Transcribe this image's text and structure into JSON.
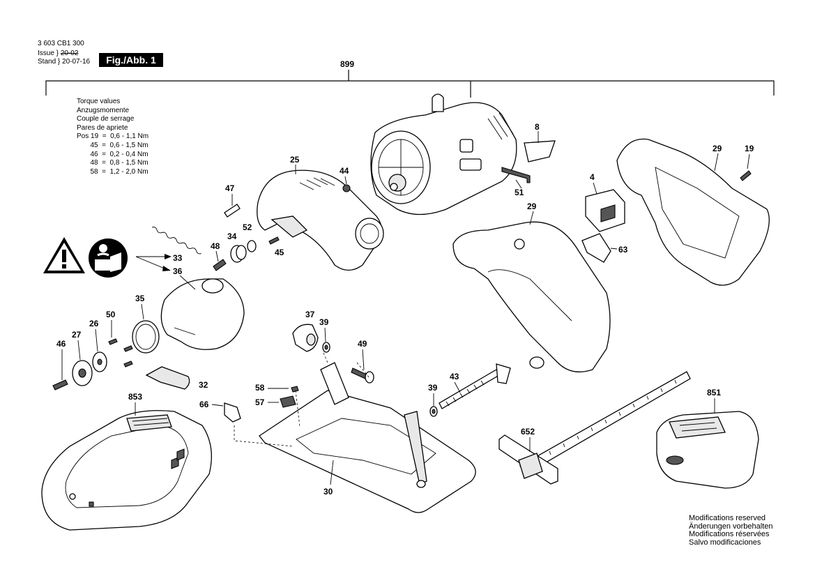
{
  "header": {
    "doc_number": "3 603 CB1 300",
    "issue_label": "Issue",
    "issue_value": "20-02",
    "stand_label": "Stand",
    "stand_value": "20-07-16",
    "figure_label": "Fig./Abb. 1"
  },
  "assembly_number": "899",
  "torque": {
    "titles": [
      "Torque values",
      "Anzugsmomente",
      "Couple de serrage",
      "Pares de apriete"
    ],
    "pos_label": "Pos",
    "rows": [
      {
        "pos": "19",
        "value": "0,6 - 1,1 Nm"
      },
      {
        "pos": "45",
        "value": "0,6 - 1,5 Nm"
      },
      {
        "pos": "46",
        "value": "0,2 - 0,4 Nm"
      },
      {
        "pos": "48",
        "value": "0,8 - 1,5 Nm"
      },
      {
        "pos": "58",
        "value": "1,2 - 2,0 Nm"
      }
    ]
  },
  "part_labels": {
    "p8": "8",
    "p25": "25",
    "p44": "44",
    "p47": "47",
    "p29a": "29",
    "p19": "19",
    "p29b": "29",
    "p4": "4",
    "p51": "51",
    "p34": "34",
    "p52": "52",
    "p48": "48",
    "p45": "45",
    "p33": "33",
    "p36": "36",
    "p63": "63",
    "p35": "35",
    "p50": "50",
    "p26": "26",
    "p27": "27",
    "p46": "46",
    "p37": "37",
    "p39a": "39",
    "p49": "49",
    "p32": "32",
    "p58": "58",
    "p57": "57",
    "p66": "66",
    "p39b": "39",
    "p43": "43",
    "p853": "853",
    "p851": "851",
    "p652": "652",
    "p30": "30"
  },
  "footer": {
    "lines": [
      "Modifications reserved",
      "Änderungen vorbehalten",
      "Modifications réservées",
      "Salvo modificaciones"
    ]
  },
  "icons": [
    "warning-triangle-icon",
    "read-manual-icon"
  ]
}
